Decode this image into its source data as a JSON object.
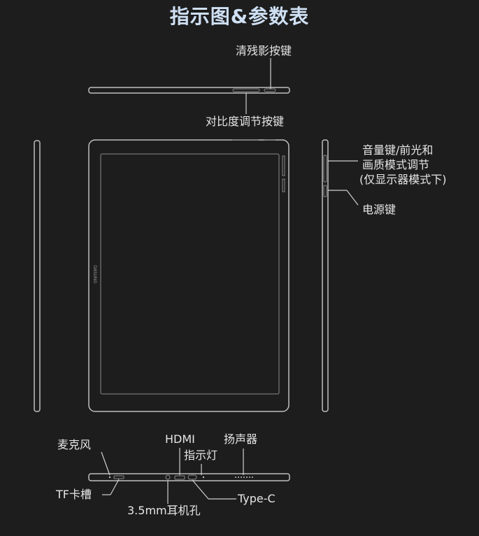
{
  "title": "指示图&参数表",
  "device": {
    "brand_text": "DASUNG"
  },
  "labels": {
    "ghost_clear_button": "清残影按键",
    "contrast_button": "对比度调节按键",
    "volume_line1": "音量键/前光和",
    "volume_line2": "画质模式调节",
    "volume_line3": "(仅显示器模式下)",
    "power_key": "电源键",
    "microphone": "麦克风",
    "hdmi": "HDMI",
    "indicator_light": "指示灯",
    "speaker": "扬声器",
    "tf_slot": "TF卡槽",
    "headphone_jack": "3.5mm耳机孔",
    "type_c": "Type-C"
  },
  "colors": {
    "title": "#cfe0f4",
    "background": "#1d1d1d",
    "line": "#bfbfbf"
  }
}
